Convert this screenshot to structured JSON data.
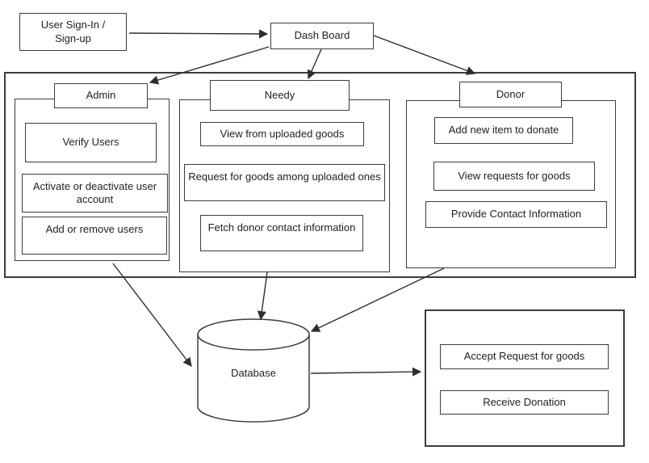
{
  "nodes": {
    "signin": {
      "line1": "User Sign-In /",
      "line2": "Sign-up"
    },
    "dashboard": "Dash Board",
    "database": "Database"
  },
  "sections": {
    "admin": {
      "title": "Admin",
      "items": [
        "Verify Users",
        "Activate or deactivate user account",
        "Add or remove users"
      ]
    },
    "needy": {
      "title": "Needy",
      "items": [
        "View from uploaded goods",
        "Request for goods among uploaded ones",
        "Fetch donor contact information"
      ]
    },
    "donor": {
      "title": "Donor",
      "items": [
        "Add new item to donate",
        "View requests for goods",
        "Provide Contact Information"
      ]
    }
  },
  "receiver": {
    "items": [
      "Accept Request for goods",
      "Receive Donation"
    ]
  },
  "colors": {
    "border": "#3c3c3c",
    "line": "#2e2e2e",
    "background": "#ffffff",
    "text": "#1f1f1f"
  }
}
